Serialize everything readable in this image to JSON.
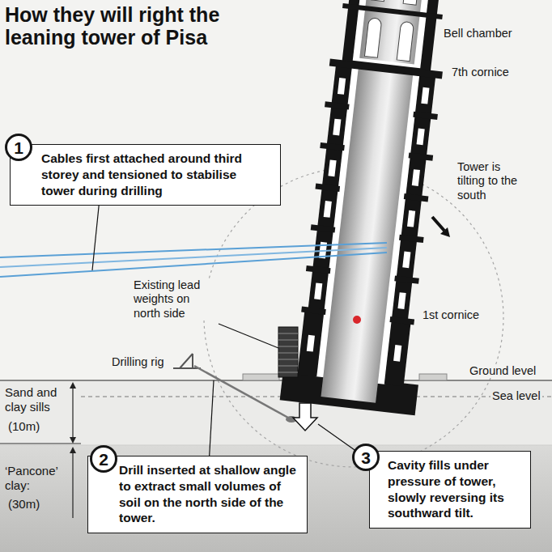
{
  "diagram": {
    "title": "How they will right the leaning tower of Pisa",
    "nodes": [
      {
        "text": [
          "1",
          "Cables first attached around third storey and tensioned to stabilise tower during drilling"
        ]
      },
      {
        "text": [
          "2",
          "Drill inserted at shallow angle to extract small volumes of soil on the north side of the tower."
        ]
      },
      {
        "text": [
          "3",
          "Cavity fills under pressure of tower, slowly reversing its southward tilt."
        ]
      }
    ],
    "labels": [
      "Bell chamber",
      "7th cornice",
      "Tower is tilting to the south",
      "Existing lead weights on north side",
      "1st cornice",
      "Drilling rig",
      "Ground level",
      "Sea level",
      "Sand and clay sills",
      "(10m)",
      "‘Pancone’ clay:",
      "(30m)"
    ]
  }
}
